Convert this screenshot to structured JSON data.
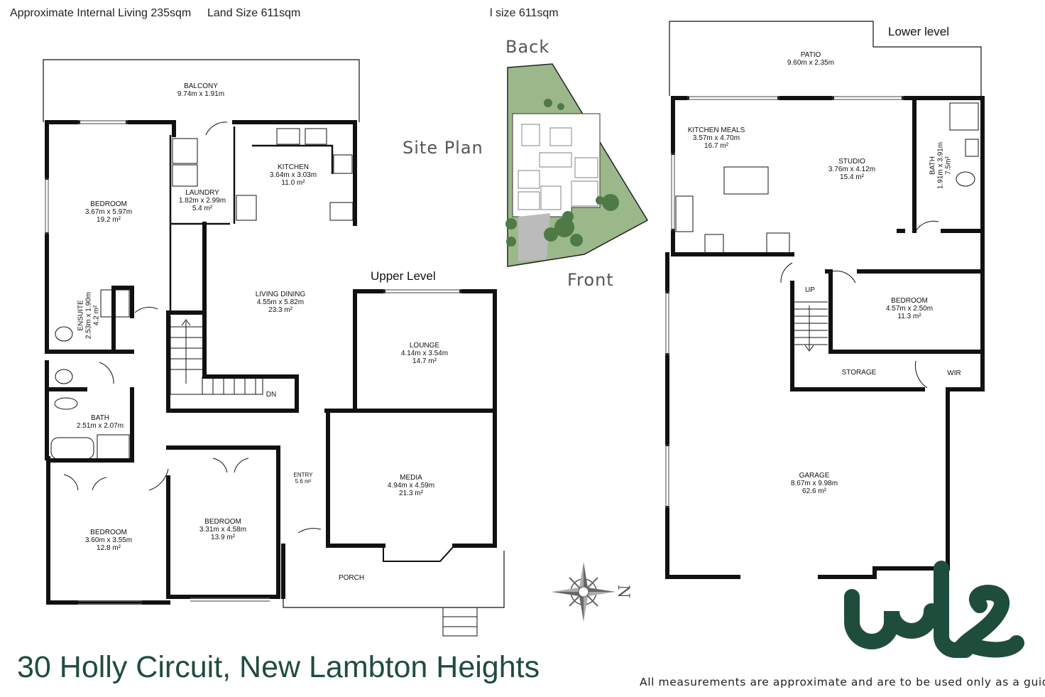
{
  "header": {
    "living": "Approximate Internal Living 235sqm",
    "land": "Land Size 611sqm",
    "land_cut": "l size 611sqm"
  },
  "levels": {
    "upper": "Upper Level",
    "lower": "Lower level"
  },
  "site_plan": {
    "title": "Site Plan",
    "back": "Back",
    "front": "Front"
  },
  "upper_rooms": {
    "balcony": {
      "name": "BALCONY",
      "dims": "9.74m x 1.91m"
    },
    "kitchen": {
      "name": "KITCHEN",
      "dims": "3.64m x 3.03m",
      "area": "11.0 m²"
    },
    "laundry": {
      "name": "LAUNDRY",
      "dims": "1.82m x 2.99m",
      "area": "5.4 m²"
    },
    "bedroom1": {
      "name": "BEDROOM",
      "dims": "3.67m x 5.97m",
      "area": "19.2 m²"
    },
    "living": {
      "name": "LIVING DINING",
      "dims": "4.55m x 5.82m",
      "area": "23.3 m²"
    },
    "ensuite": {
      "name": "ENSUITE",
      "dims": "2.53m x 1.90m",
      "area": "4.2 m²"
    },
    "lounge": {
      "name": "LOUNGE",
      "dims": "4.14m x 3.54m",
      "area": "14.7 m²"
    },
    "bath": {
      "name": "BATH",
      "dims": "2.51m x 2.07m"
    },
    "dn": "DN",
    "entry": {
      "name": "ENTRY",
      "area": "5.6 m²"
    },
    "media": {
      "name": "MEDIA",
      "dims": "4.94m x 4.59m",
      "area": "21.3 m²"
    },
    "bedroom2": {
      "name": "BEDROOM",
      "dims": "3.60m x 3.55m",
      "area": "12.8 m²"
    },
    "bedroom3": {
      "name": "BEDROOM",
      "dims": "3.31m x 4.58m",
      "area": "13.9 m²"
    },
    "porch": {
      "name": "PORCH"
    }
  },
  "lower_rooms": {
    "patio": {
      "name": "PATIO",
      "dims": "9.60m x 2.35m"
    },
    "kitchen_meals": {
      "name": "KITCHEN MEALS",
      "dims": "3.57m x 4.70m",
      "area": "16.7 m²"
    },
    "studio": {
      "name": "STUDIO",
      "dims": "3.76m x 4.12m",
      "area": "15.4 m²"
    },
    "bath": {
      "name": "BATH",
      "dims": "1.91m x 3.91m",
      "area": "7.5m²"
    },
    "up": "UP",
    "bedroom": {
      "name": "BEDROOM",
      "dims": "4.57m x 2.50m",
      "area": "11.3 m²"
    },
    "storage": {
      "name": "STORAGE"
    },
    "wir": {
      "name": "WIR"
    },
    "garage": {
      "name": "GARAGE",
      "dims": "8.67m x 9.98m",
      "area": "62.6 m²"
    }
  },
  "compass": {
    "letter": "N"
  },
  "address": "30 Holly Circuit, New Lambton Heights",
  "disclaimer": "All measurements are approximate and are to be used only as a guide",
  "colors": {
    "brand": "#1f4d3c",
    "wall": "#111111",
    "grass": "#9bb88a"
  },
  "icons": [
    "compass-rose-icon",
    "wls-logo-icon"
  ]
}
